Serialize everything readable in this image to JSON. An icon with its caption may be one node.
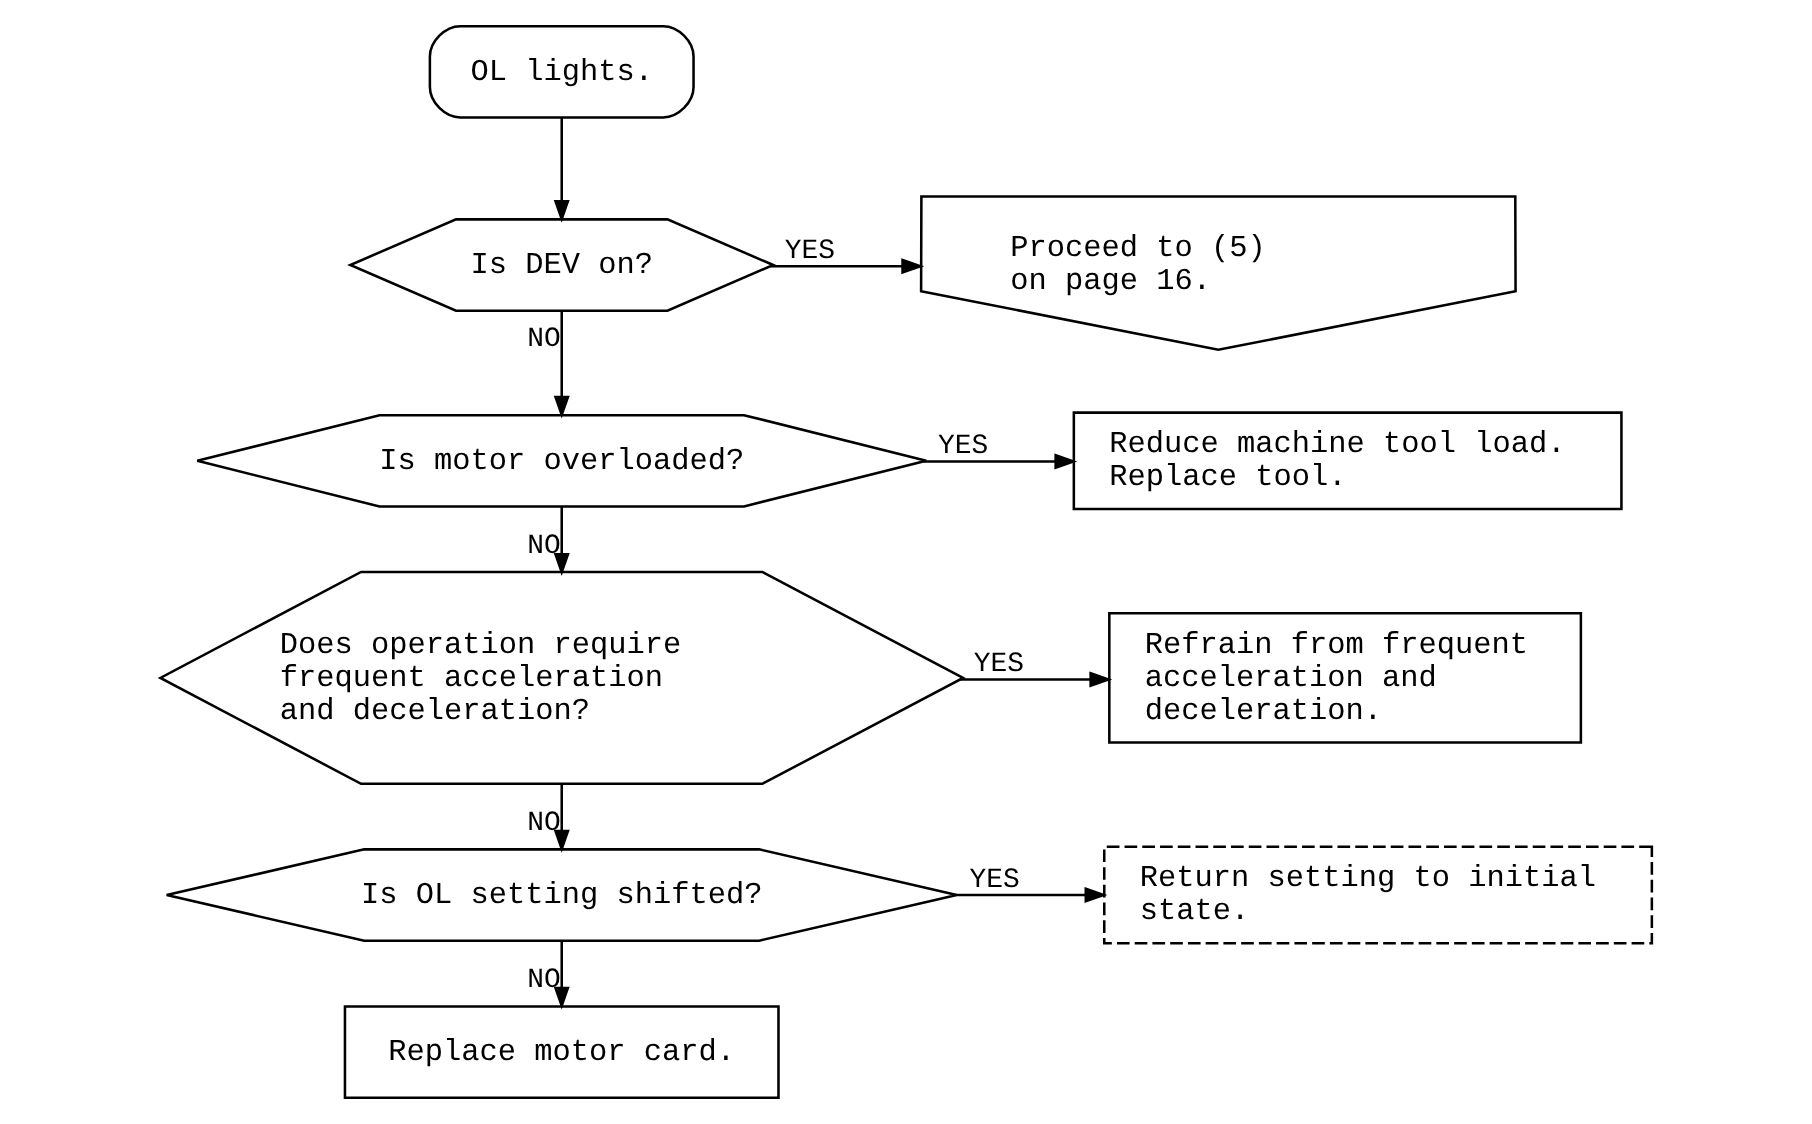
{
  "diagram": {
    "nodes": [
      {
        "text": [
          "OL lights."
        ]
      },
      {
        "text": [
          "Is DEV on?"
        ]
      },
      {
        "text": [
          "Proceed to (5) on page 16."
        ]
      },
      {
        "text": [
          "Is motor overloaded?"
        ]
      },
      {
        "text": [
          "Reduce machine tool load. Replace tool."
        ]
      },
      {
        "text": [
          "Does operation require frequent acceleration and deceleration?"
        ]
      },
      {
        "text": [
          "Refrain from frequent acceleration and deceleration."
        ]
      },
      {
        "text": [
          "Is OL setting shifted?"
        ]
      },
      {
        "text": [
          "Return setting to initial state."
        ]
      },
      {
        "text": [
          "Replace motor card."
        ]
      }
    ],
    "edges": [
      {
        "from": 0,
        "to": 1,
        "arrow": "to"
      },
      {
        "from": 1,
        "to": 2,
        "arrow": "to",
        "label": "YES"
      },
      {
        "from": 1,
        "to": 3,
        "arrow": "to",
        "label": "NO"
      },
      {
        "from": 3,
        "to": 4,
        "arrow": "to",
        "label": "YES"
      },
      {
        "from": 3,
        "to": 5,
        "arrow": "to",
        "label": "NO"
      },
      {
        "from": 5,
        "to": 6,
        "arrow": "to",
        "label": "YES"
      },
      {
        "from": 5,
        "to": 7,
        "arrow": "to",
        "label": "NO"
      },
      {
        "from": 7,
        "to": 8,
        "arrow": "to",
        "label": "YES"
      },
      {
        "from": 7,
        "to": 9,
        "arrow": "to",
        "label": "NO"
      }
    ]
  }
}
